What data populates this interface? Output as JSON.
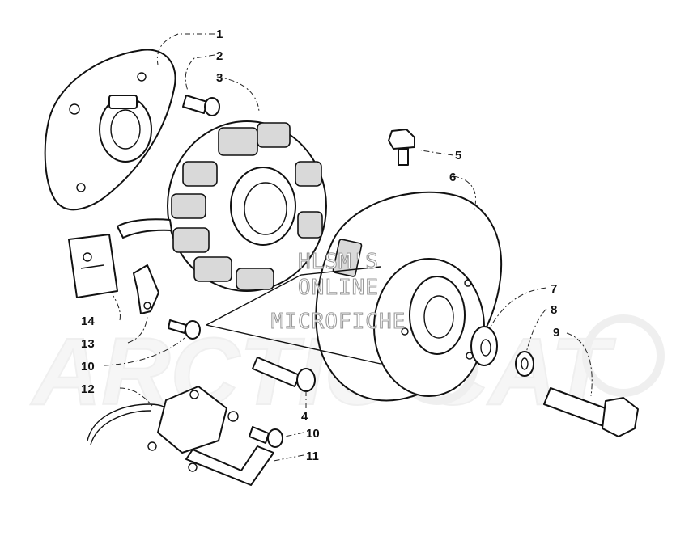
{
  "watermark": {
    "lines": [
      "HLSM'S",
      "ONLINE",
      "MICROFICHE"
    ],
    "brand_mark": "ARCTIC CAT"
  },
  "callouts": {
    "c1": "1",
    "c2": "2",
    "c3": "3",
    "c4": "4",
    "c5": "5",
    "c6": "6",
    "c7": "7",
    "c8": "8",
    "c9": "9",
    "c10a": "10",
    "c10b": "10",
    "c11": "11",
    "c12": "12",
    "c13": "13",
    "c14": "14"
  },
  "colors": {
    "ink": "#111111",
    "watermark_gray": "#9a9a9a",
    "background": "#ffffff"
  }
}
